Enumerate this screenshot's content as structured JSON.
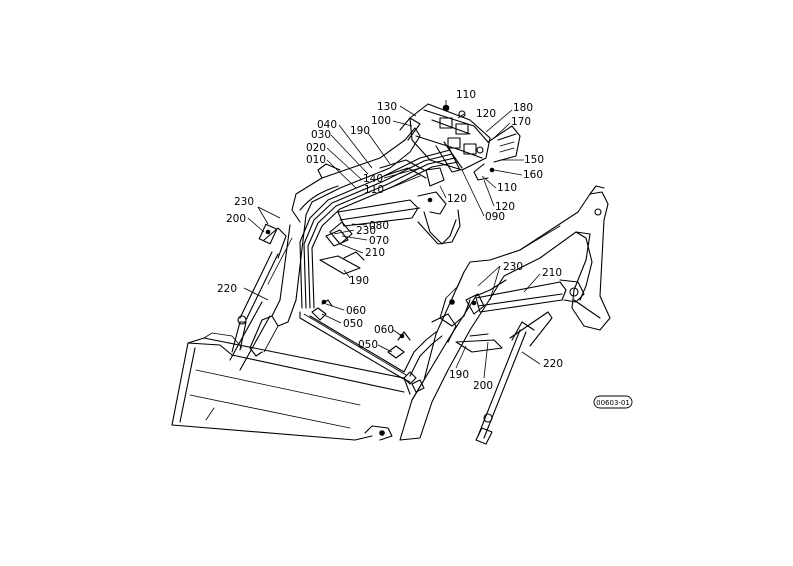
{
  "diagram": {
    "labels": {
      "l110a": "110",
      "l130": "130",
      "l120a": "120",
      "l180": "180",
      "l100": "100",
      "l170": "170",
      "l040": "040",
      "l190a": "190",
      "l030": "030",
      "l020": "020",
      "l150": "150",
      "l010": "010",
      "l160": "160",
      "l140": "140",
      "l110b": "110",
      "l110c": "110",
      "l120b": "120",
      "l120c": "120",
      "l090": "090",
      "l230a": "230",
      "l200a": "200",
      "l230b": "230",
      "l080": "080",
      "l070": "070",
      "l210a": "210",
      "l190b": "190",
      "l230c": "230",
      "l210b": "210",
      "l220a": "220",
      "l060a": "060",
      "l050a": "050",
      "l060b": "060",
      "l050b": "050",
      "l190c": "190",
      "l200b": "200",
      "l220b": "220"
    },
    "figure_code": "00603-01"
  }
}
